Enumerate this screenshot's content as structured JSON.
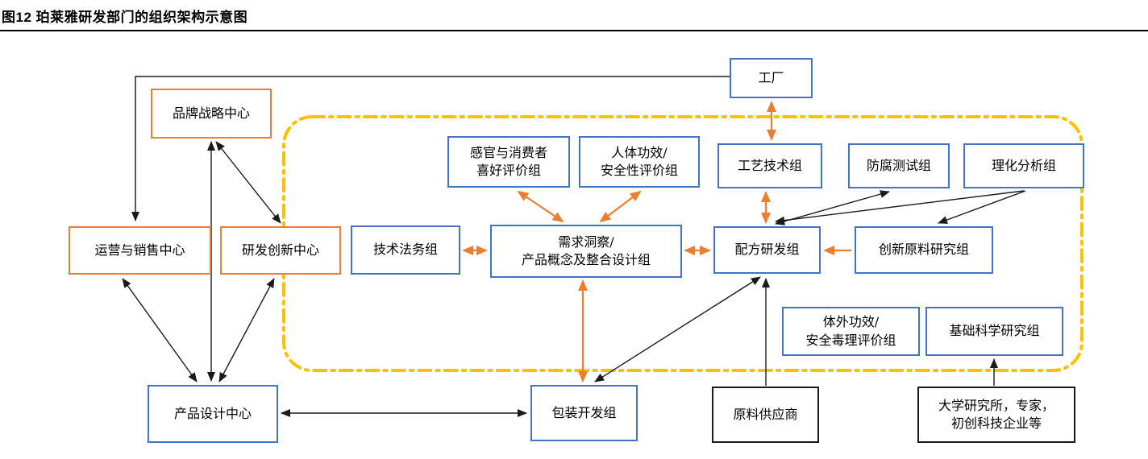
{
  "figure": {
    "title": "图12 珀莱雅研发部门的组织架构示意图"
  },
  "colors": {
    "group_box_border": "#4472C4",
    "center_box_border": "#ED7D31",
    "external_box_border": "#1A1A1A",
    "rd_boundary_dash": "#FFC000",
    "orange_arrow": "#ED7D31",
    "black_arrow": "#1A1A1A"
  },
  "nodes": {
    "factory": {
      "label": "工厂"
    },
    "brand_strategy": {
      "label": "品牌战略中心"
    },
    "ops_sales": {
      "label": "运营与销售中心"
    },
    "rd_innovation": {
      "label": "研发创新中心"
    },
    "tech_legal": {
      "label": "技术法务组"
    },
    "sensory_eval": {
      "label": "感官与消费者\n喜好评价组"
    },
    "human_efficacy": {
      "label": "人体功效/\n安全性评价组"
    },
    "process_tech": {
      "label": "工艺技术组"
    },
    "preservation_test": {
      "label": "防腐测试组"
    },
    "physchem_analysis": {
      "label": "理化分析组"
    },
    "demand_insight": {
      "label": "需求洞察/\n产品概念及整合设计组"
    },
    "formula_rd": {
      "label": "配方研发组"
    },
    "novel_ingredient": {
      "label": "创新原料研究组"
    },
    "invitro_tox": {
      "label": "体外功效/\n安全毒理评价组"
    },
    "basic_science": {
      "label": "基础科学研究组"
    },
    "product_design": {
      "label": "产品设计中心"
    },
    "packaging_dev": {
      "label": "包装开发组"
    },
    "raw_supplier": {
      "label": "原料供应商"
    },
    "university_partners": {
      "label": "大学研究所，专家，\n初创科技企业等"
    }
  }
}
